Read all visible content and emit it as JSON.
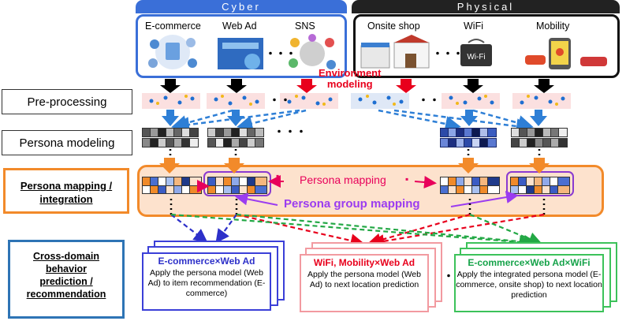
{
  "header": {
    "cyber": "Cyber",
    "physical": "Physical"
  },
  "cyber_sources": [
    {
      "label": "E-commerce",
      "icon": "ecommerce-icon"
    },
    {
      "label": "Web Ad",
      "icon": "web-ad-icon"
    },
    {
      "label": "SNS",
      "icon": "sns-icon"
    }
  ],
  "physical_sources": [
    {
      "label": "Onsite shop",
      "icon": "shop-icon"
    },
    {
      "label": "WiFi",
      "icon": "wifi-icon"
    },
    {
      "label": "Mobility",
      "icon": "mobility-icon"
    }
  ],
  "ellipsis": "・・・",
  "environment_modeling": "Environment\nmodeling",
  "stages": {
    "preprocessing": "Pre-processing",
    "persona_modeling": "Persona modeling",
    "persona_mapping": "Persona mapping /\nintegration",
    "cross_domain": "Cross-domain\nbehavior\nprediction /\nrecommendation"
  },
  "mapping_labels": {
    "persona_mapping": "Persona mapping",
    "persona_group_mapping": "Persona group mapping"
  },
  "cards": [
    {
      "title": "E-commerce×Web Ad",
      "text": "Apply the persona model (Web Ad) to item recommendation (E-commerce)"
    },
    {
      "title": "WiFi, Mobility×Web Ad",
      "text": "Apply the persona model (Web Ad) to next location prediction"
    },
    {
      "title": "E-commerce×Web Ad×WiFi",
      "text": "Apply the integrated persona model (E-commerce, onsite shop) to next location prediction"
    }
  ],
  "colors": {
    "cyber": "#3a6fd8",
    "physical": "#111111",
    "orange": "#f28a2a",
    "blue_arrow": "#2e7fd6",
    "red": "#e8001c",
    "purple": "#9b3cf0",
    "green": "#23a845"
  }
}
